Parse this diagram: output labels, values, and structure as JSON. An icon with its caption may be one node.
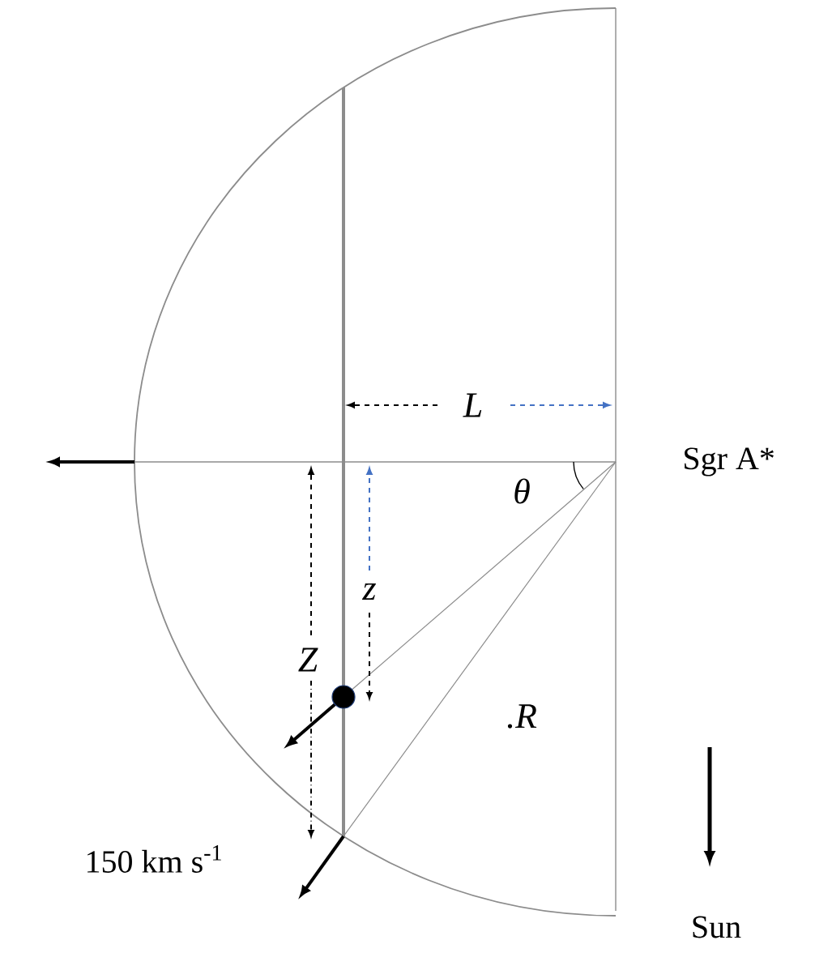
{
  "diagram": {
    "labels": [
      "L",
      "Sgr A*",
      "θ",
      "z",
      "Z",
      ".R",
      "150 km s$^{-1}$",
      "Sun"
    ]
  }
}
